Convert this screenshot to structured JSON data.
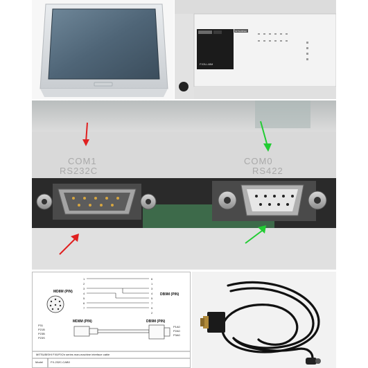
{
  "photos": {
    "hmi_label": "",
    "plc_model": "FX3U-48M",
    "plc_brand": "MITSUBISHI"
  },
  "ports": {
    "left_port_name": "COM1",
    "left_port_type": "RS232C",
    "right_port_name": "COM0",
    "right_port_type": "RS422",
    "arrow_color_left": "#e02020",
    "arrow_color_right": "#22cc33"
  },
  "diagram": {
    "left_pins": [
      "1",
      "2",
      "3",
      "4",
      "5",
      "6",
      "7"
    ],
    "right_pins": [
      "6",
      "1",
      "3",
      "4",
      "5",
      "7",
      "9",
      "2"
    ],
    "left_connector_label": "MD8M (PIN)",
    "right_connector_label": "DB9M (PIN)",
    "plug_left_label": "MD8M (PIN)",
    "plug_right_label": "DB9M (PIN)",
    "left_side_codes": [
      "P31",
      "P21B",
      "P23B",
      "P23S"
    ],
    "right_side_codes": [
      "P1A0",
      "P2A0",
      "P3A0"
    ],
    "caption": "MITSUBISHI FX0/FX2n series man-machine interface cable",
    "model_label": "Model",
    "model_value": "FX-232C-CAB0"
  }
}
